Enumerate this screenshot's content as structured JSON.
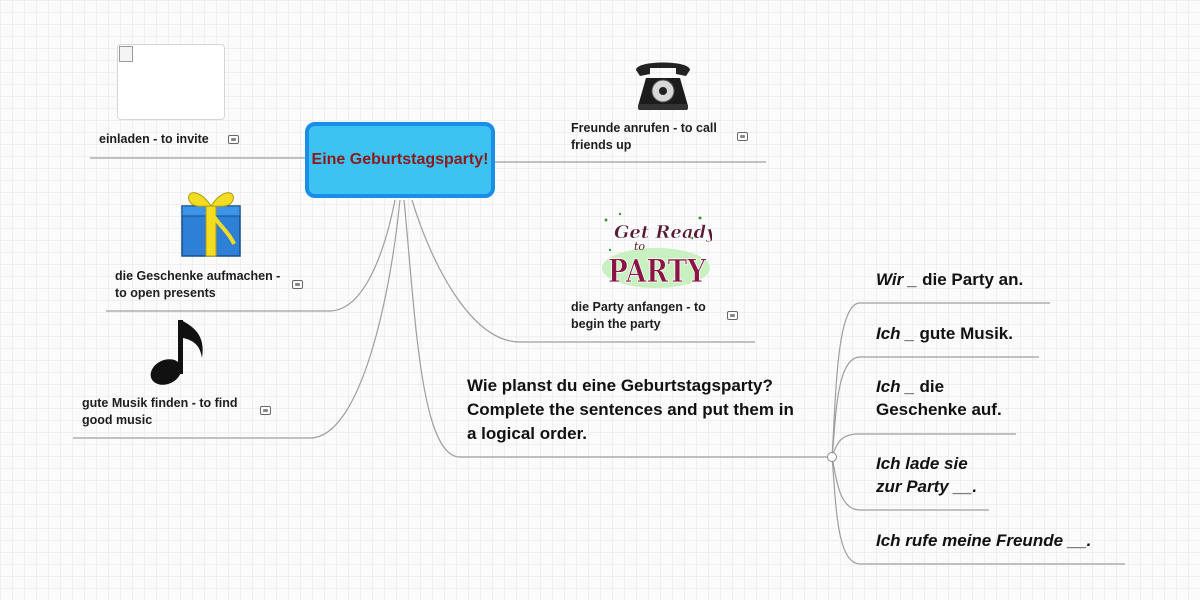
{
  "central": {
    "title": "Eine Geburtstagsparty!"
  },
  "branches": {
    "invite": {
      "label": "einladen - to invite"
    },
    "presents": {
      "label": "die Geschenke aufmachen  -  to open presents"
    },
    "music": {
      "label": "gute Musik finden - to find good music"
    },
    "call": {
      "label": "Freunde anrufen - to call friends up"
    },
    "party": {
      "label": "die Party anfangen - to begin the party"
    }
  },
  "question": {
    "text": "Wie planst du eine Geburtstagsparty?  Complete the sentences and put them in a logical order."
  },
  "sentences": [
    {
      "italic": "Wir _",
      "rest": " die Party an."
    },
    {
      "italic": "Ich _",
      "rest": " gute Musik."
    },
    {
      "italic": "Ich _",
      "rest": " die Geschenke auf."
    },
    {
      "italic": "Ich lade sie zur Party __.",
      "rest": ""
    },
    {
      "italic": "Ich rufe meine Freunde __.",
      "rest": ""
    }
  ],
  "poster": {
    "line1": "Get Ready",
    "line2": "to",
    "line3": "PARTY"
  },
  "icons": {
    "attachment": "image-attachment-icon",
    "invite_image": "broken-image-icon",
    "presents_image": "gift-icon",
    "music_image": "music-note-icon",
    "call_image": "telephone-icon",
    "party_image": "party-poster-icon"
  },
  "colors": {
    "central_fill": "#3dc3f2",
    "central_border": "#1a8de6",
    "central_text": "#8b1a1a",
    "connector": "#9e9e9e"
  }
}
